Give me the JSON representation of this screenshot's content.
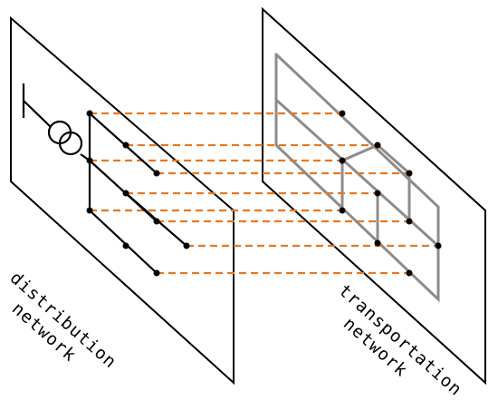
{
  "labels": {
    "distribution_line1": "distribution",
    "distribution_line2": "network",
    "transportation_line1": "transportation",
    "transportation_line2": "network"
  },
  "colors": {
    "plane": "#000000",
    "distribution_lines": "#000000",
    "transportation_lines": "#8c8c8c",
    "coupling_links": "#e87722",
    "node": "#000000"
  },
  "icons": [
    "transformer-symbol",
    "ground-bus-symbol"
  ]
}
